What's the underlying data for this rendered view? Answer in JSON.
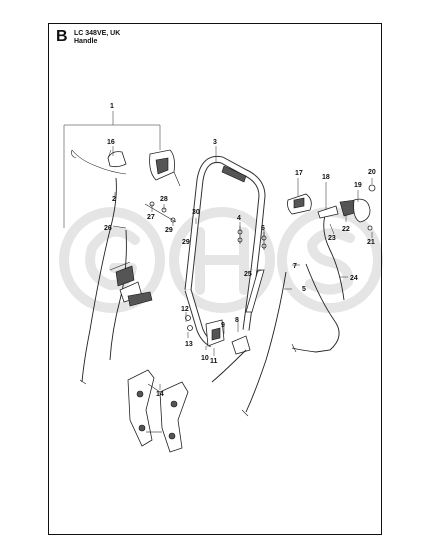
{
  "header": {
    "section_letter": "B",
    "model": "LC 348VE, UK",
    "part_name": "Handle"
  },
  "callouts": {
    "c1": "1",
    "c2": "2",
    "c3": "3",
    "c4": "4",
    "c5": "5",
    "c6": "6",
    "c7": "7",
    "c8": "8",
    "c9": "9",
    "c10": "10",
    "c11": "11",
    "c12": "12",
    "c13": "13",
    "c14": "14",
    "c16": "16",
    "c17": "17",
    "c18": "18",
    "c19": "19",
    "c20": "20",
    "c21": "21",
    "c22": "22",
    "c23": "23",
    "c24": "24",
    "c25": "25",
    "c26": "26",
    "c27": "27",
    "c28": "28",
    "c29a": "29",
    "c29b": "29",
    "c30": "30"
  },
  "watermark": "GHS"
}
